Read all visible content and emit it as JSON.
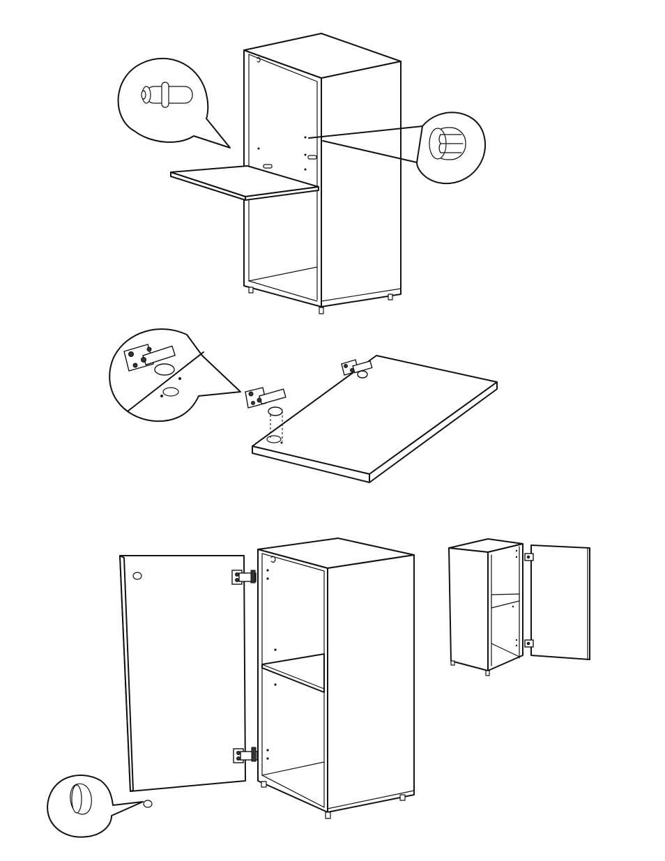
{
  "figure": {
    "steps": [
      {
        "id": "step-1",
        "content": [
          "cabinet-with-shelf",
          "shelf-pin-detail",
          "dowel-detail"
        ]
      },
      {
        "id": "step-2",
        "content": [
          "door-panel-with-hinges",
          "hinge-detail"
        ]
      },
      {
        "id": "step-3",
        "content": [
          "door-attached-to-cabinet",
          "knob-detail",
          "finished-cabinet"
        ]
      }
    ],
    "icons": [
      "shelf-pin-icon",
      "wood-dowel-icon",
      "concealed-hinge-icon",
      "door-knob-icon"
    ],
    "colors": {
      "line": "#111111",
      "background": "#ffffff"
    }
  }
}
